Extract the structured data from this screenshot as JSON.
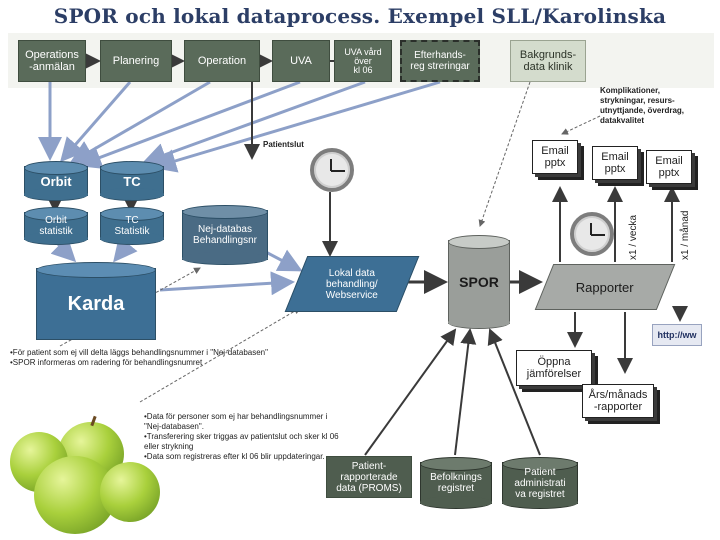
{
  "title": "SPOR och lokal dataprocess. Exempel  SLL/Karolinska",
  "process_steps": [
    {
      "label": "Operations\n-anmälan"
    },
    {
      "label": "Planering"
    },
    {
      "label": "Operation"
    },
    {
      "label": "UVA"
    },
    {
      "label": "UVA vård\növer\nkl 06"
    },
    {
      "label": "Efterhands-\nreg streringar"
    },
    {
      "label": "Bakgrunds-\ndata klinik"
    }
  ],
  "databases": {
    "orbit": "Orbit",
    "tc": "TC",
    "orbit_statistik": "Orbit\nstatistik",
    "tc_statistik": "TC\nStatistik",
    "nej_databas": "Nej-databas\nBehandlingsnr",
    "karda": "Karda",
    "spor": "SPOR"
  },
  "local_process": "Lokal data\nbehandling/\nWebservice",
  "reports": "Rapporter",
  "patientslut": "Patientslut",
  "complications": "Komplikationer,\nstrykningar, resurs-\nutnyttjande, överdrag,\ndatakvalitet",
  "email_docs": [
    "Email\npptx",
    "Email\npptx",
    "Email\npptx"
  ],
  "freq_labels": [
    "x1 / vecka",
    "x1 / månad"
  ],
  "http_label": "http://ww",
  "output_docs": [
    "Öppna\njämförelser",
    "Års/månads\n-rapporter"
  ],
  "registers": [
    {
      "label": "Patient-\nrapporterade\ndata (PROMS)"
    },
    {
      "label": "Befolknings\n registret"
    },
    {
      "label": "Patient\nadministrati\nva registret"
    }
  ],
  "note_left": "•För patient som ej vill delta läggs behandlingsnummer i \"Nej-databasen\"\n•SPOR informeras om radering för behandlingsnumret",
  "note_bottom": "•Data för personer som ej har behandlingsnummer i \"Nej-databasen\".\n•Transferering sker triggas av patientslut och sker kl 06 eller strykning\n•Data som registreras efter kl 06 blir uppdateringar."
}
